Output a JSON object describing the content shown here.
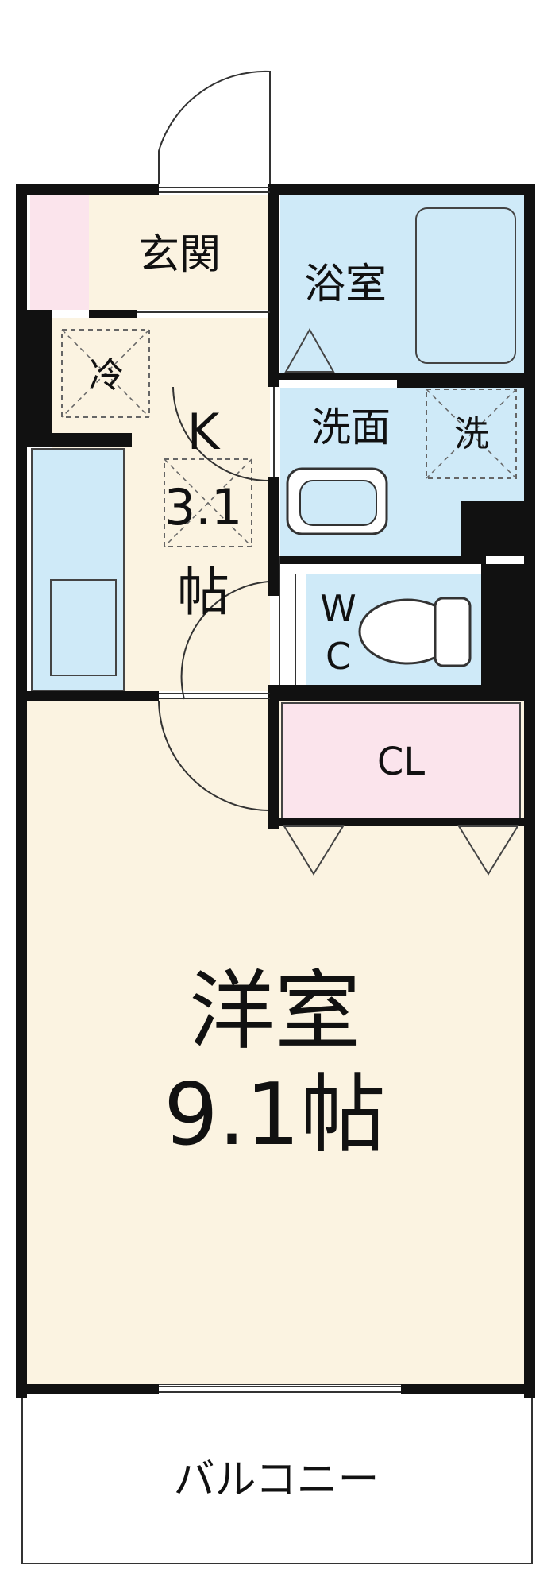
{
  "rooms": {
    "entrance": "玄関",
    "bath": "浴室",
    "fridge": "冷",
    "kitchen_letter": "K",
    "kitchen_size": "3.1",
    "kitchen_unit": "帖",
    "washroom": "洗面",
    "washer": "洗",
    "wc_w": "W",
    "wc_c": "C",
    "closet": "CL",
    "western_room": "洋室",
    "western_size": "9.1帖",
    "balcony": "バルコニー"
  },
  "colors": {
    "wall": "#111111",
    "kitchen_floor": "#fbf3e1",
    "wet_area": "#cfeaf8",
    "closet": "#fbe4ec",
    "dashed_box": "#666666"
  }
}
